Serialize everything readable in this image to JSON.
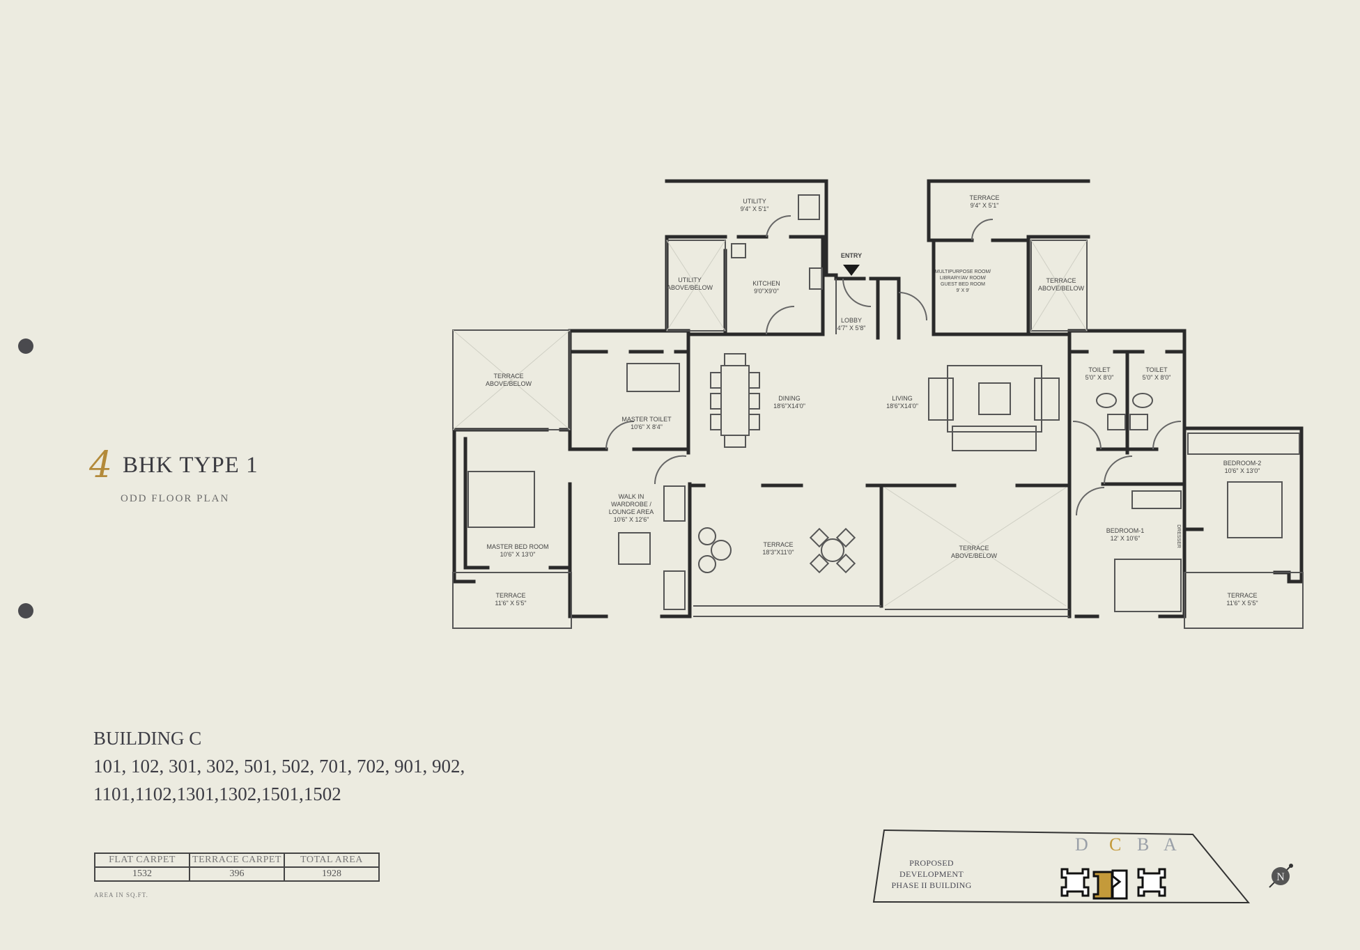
{
  "plan_title": {
    "bhk_number": "4",
    "main": "BHK TYPE 1",
    "subtitle": "ODD FLOOR PLAN",
    "accent_color": "#b38a3a"
  },
  "building": {
    "name": "BUILDING C",
    "units_line1": "101, 102, 301, 302, 501, 502, 701, 702, 901, 902,",
    "units_line2": "1101,1102,1301,1302,1501,1502"
  },
  "area_table": {
    "headers": [
      "FLAT CARPET",
      "TERRACE CARPET",
      "TOTAL AREA"
    ],
    "values": [
      "1532",
      "396",
      "1928"
    ],
    "note": "AREA IN SQ.FT."
  },
  "rooms": {
    "utility": {
      "name": "UTILITY",
      "size": "9'4\" X 5'1\""
    },
    "utility_above": {
      "name": "UTILITY",
      "size": "ABOVE/BELOW"
    },
    "kitchen": {
      "name": "KITCHEN",
      "size": "9'0\"X9'0\""
    },
    "entry": {
      "name": "ENTRY"
    },
    "lobby": {
      "name": "LOBBY",
      "size": "4'7\" X 5'8\""
    },
    "terrace_top": {
      "name": "TERRACE",
      "size": "9'4\" X 5'1\""
    },
    "multipurpose": {
      "line1": "MULTIPURPOSE ROOM/",
      "line2": "LIBRARY/AV ROOM/",
      "line3": "GUEST BED ROOM",
      "size": "9' X 9'"
    },
    "terrace_above_right_top": {
      "name": "TERRACE",
      "size": "ABOVE/BELOW"
    },
    "terrace_above_left": {
      "name": "TERRACE",
      "size": "ABOVE/BELOW"
    },
    "master_toilet": {
      "name": "MASTER TOILET",
      "size": "10'6\" X 8'4\""
    },
    "dining": {
      "name": "DINING",
      "size": "18'6\"X14'0\""
    },
    "living": {
      "name": "LIVING",
      "size": "18'6\"X14'0\""
    },
    "toilet_1": {
      "name": "TOILET",
      "size": "5'0\" X 8'0\""
    },
    "toilet_2": {
      "name": "TOILET",
      "size": "5'0\" X 8'0\""
    },
    "master_bedroom": {
      "name": "MASTER BED ROOM",
      "size": "10'6\" X 13'0\""
    },
    "walk_in": {
      "line1": "WALK IN",
      "line2": "WARDROBE /",
      "line3": "LOUNGE AREA",
      "size": "10'6\" X 12'6\""
    },
    "terrace_main": {
      "name": "TERRACE",
      "size": "18'3\"X11'0\""
    },
    "terrace_above_center": {
      "name": "TERRACE",
      "size": "ABOVE/BELOW"
    },
    "bedroom_1": {
      "name": "BEDROOM-1",
      "size": "12' X 10'6\"",
      "dresser": "DRESSER"
    },
    "bedroom_2": {
      "name": "BEDROOM-2",
      "size": "10'6\" X 13'0\""
    },
    "terrace_master": {
      "name": "TERRACE",
      "size": "11'6\" X 5'5\""
    },
    "terrace_bed2": {
      "name": "TERRACE",
      "size": "11'6\" X 5'5\""
    }
  },
  "key_map": {
    "label_line1": "PROPOSED DEVELOPMENT",
    "label_line2": "PHASE II BUILDING",
    "buildings": [
      "D",
      "C",
      "B",
      "A"
    ],
    "active_building": "C",
    "active_color": "#c49a3a",
    "compass": "N"
  }
}
